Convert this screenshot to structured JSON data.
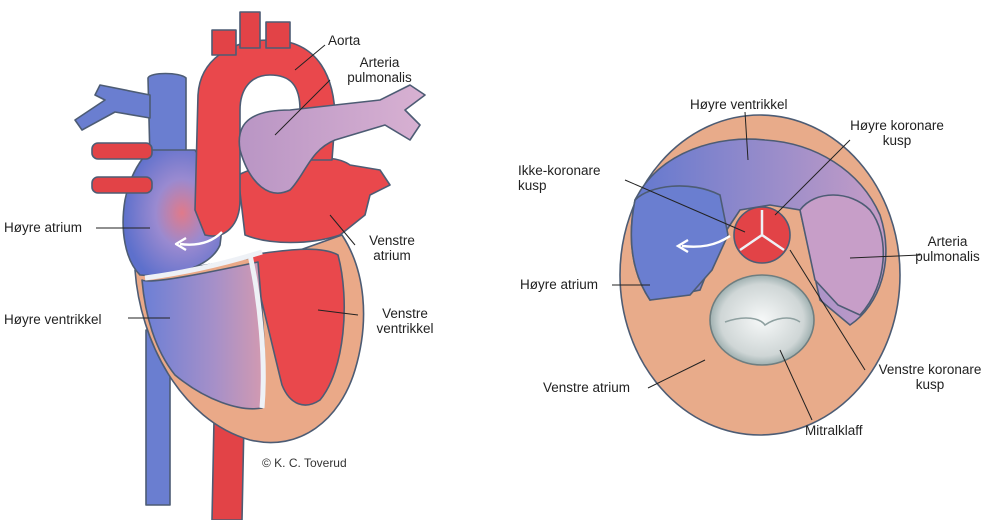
{
  "left_diagram": {
    "labels": {
      "aorta": "Aorta",
      "arteria_pulmonalis_1": "Arteria",
      "arteria_pulmonalis_2": "pulmonalis",
      "hoyre_atrium": "Høyre atrium",
      "hoyre_ventrikkel": "Høyre ventrikkel",
      "venstre_atrium_1": "Venstre",
      "venstre_atrium_2": "atrium",
      "venstre_ventrikkel_1": "Venstre",
      "venstre_ventrikkel_2": "ventrikkel"
    },
    "credit": "© K. C. Toverud"
  },
  "right_diagram": {
    "labels": {
      "hoyre_ventrikkel": "Høyre ventrikkel",
      "hoyre_koronare_1": "Høyre koronare",
      "hoyre_koronare_2": "kusp",
      "ikke_koronare_1": "Ikke-koronare",
      "ikke_koronare_2": "kusp",
      "hoyre_atrium": "Høyre atrium",
      "arteria_pulmonalis_1": "Arteria",
      "arteria_pulmonalis_2": "pulmonalis",
      "venstre_koronare_1": "Venstre koronare",
      "venstre_koronare_2": "kusp",
      "venstre_atrium": "Venstre atrium",
      "mitralklaff": "Mitralklaff"
    }
  },
  "colors": {
    "red": "#e9484c",
    "red_dark": "#c9363a",
    "blue": "#6f7fd0",
    "blue_dark": "#4e5fb8",
    "pink_blue": "#c8a0c4",
    "peach": "#e8ab8a",
    "outline": "#5a6a80",
    "white_wall": "#eef1f6"
  }
}
